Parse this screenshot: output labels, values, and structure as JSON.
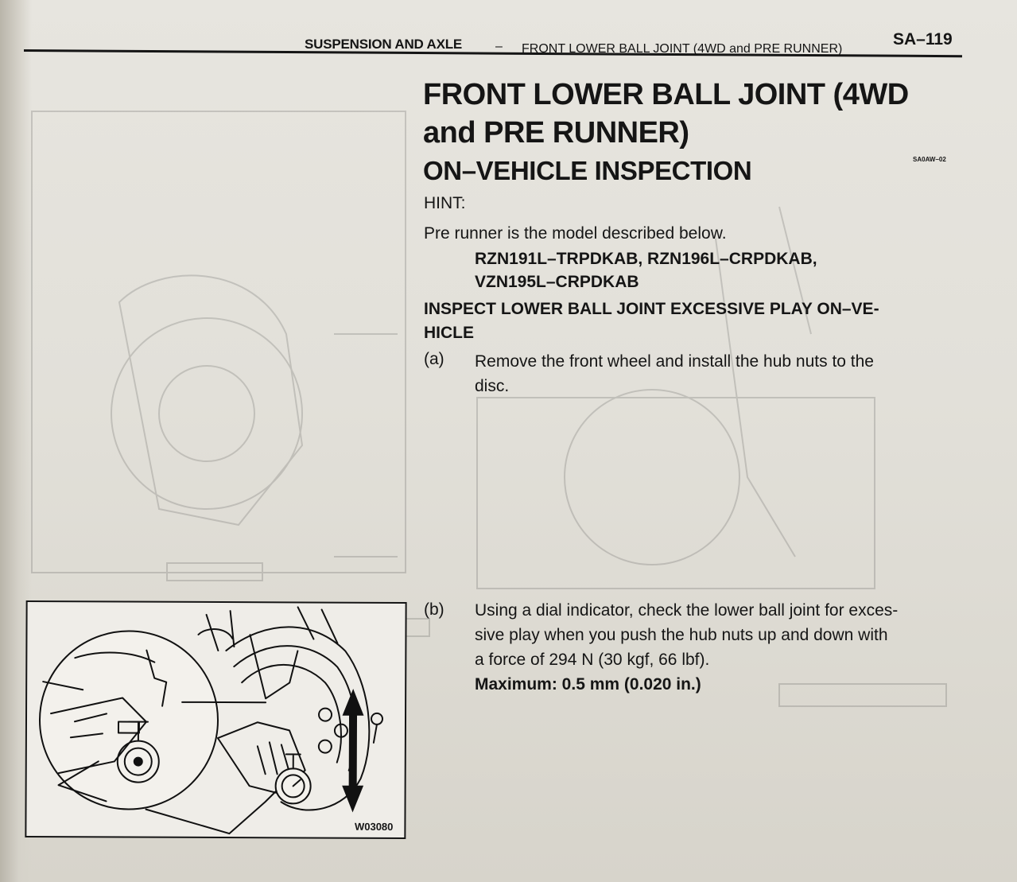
{
  "header": {
    "section": "SUSPENSION AND AXLE",
    "separator": "–",
    "topic": "FRONT LOWER BALL JOINT (4WD and PRE RUNNER)",
    "page_number": "SA–119"
  },
  "title": {
    "line1": "FRONT LOWER BALL JOINT (4WD",
    "line2": "and PRE RUNNER)"
  },
  "section_title": "ON–VEHICLE INSPECTION",
  "ref_code": "SA0AW–02",
  "hint": {
    "label": "HINT:",
    "text": "Pre runner is the model described below.",
    "models_line1": "RZN191L–TRPDKAB, RZN196L–CRPDKAB,",
    "models_line2": "VZN195L–CRPDKAB"
  },
  "procedure_title_line1": "INSPECT LOWER BALL JOINT EXCESSIVE PLAY ON–VE-",
  "procedure_title_line2": "HICLE",
  "steps": [
    {
      "label": "(a)",
      "lines": [
        "Remove the front wheel and install the hub nuts to the",
        "disc."
      ]
    },
    {
      "label": "(b)",
      "lines": [
        "Using a dial indicator, check the lower ball joint for exces-",
        "sive play when you push the hub nuts up and down with",
        "a force of 294 N (30 kgf, 66 lbf)."
      ],
      "spec": "Maximum: 0.5 mm (0.020 in.)"
    }
  ],
  "figure": {
    "code": "W03080",
    "icon": "ball-joint-dial-indicator-illustration"
  }
}
